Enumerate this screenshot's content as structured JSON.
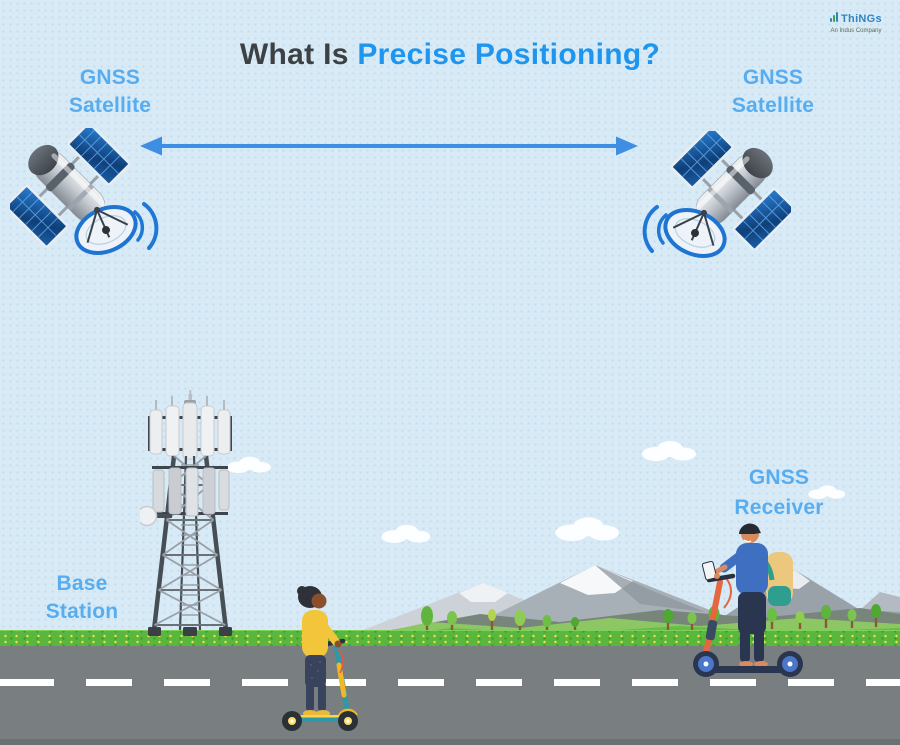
{
  "title": {
    "prefix": "What Is",
    "highlight": "Precise Positioning?"
  },
  "logo": {
    "brand": "ThiNGs",
    "tagline": "An Indus Company"
  },
  "labels": {
    "gnss_satellite": {
      "line1": "GNSS",
      "line2": "Satellite"
    },
    "base_station": {
      "line1": "Base",
      "line2": "Station"
    },
    "gnss_receiver": {
      "line1": "GNSS",
      "line2": "Receiver"
    }
  },
  "colors": {
    "sky": "#d7eaf6",
    "title_dark": "#3d4144",
    "title_blue": "#1e96f0",
    "label_blue": "#57adf0",
    "arrow_blue": "#3e8fe3",
    "grass_green": "#58b73c",
    "road_gray": "#797e81",
    "solar_panel_navy": "#0f3f78",
    "kid_scooter_teal": "#2f98a6",
    "man_scooter_orange": "#e5673f"
  },
  "icons": [
    "gnss-satellite-icon",
    "double-arrow-icon",
    "cell-tower-icon",
    "satellite-dish-icon",
    "kid-scooter-rider-icon",
    "gnss-receiver-rider-icon",
    "cloud-icon",
    "mountain-scenery",
    "tree-icon",
    "signal-bars-icon"
  ]
}
